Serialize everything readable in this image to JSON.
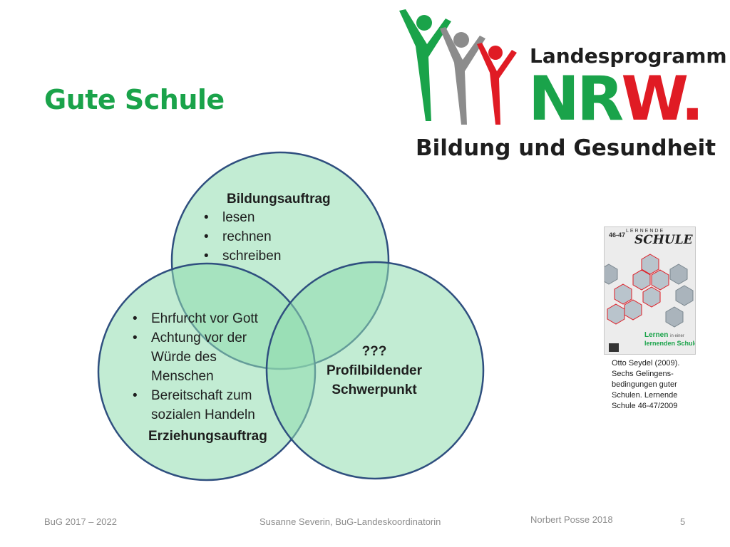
{
  "slide": {
    "title": "Gute Schule",
    "page_number": "5"
  },
  "logo": {
    "line1": "Landesprogramm",
    "line2_a": "NR",
    "line2_b": "W.",
    "line3": "Bildung und Gesundheit",
    "colors": {
      "green": "#1aa34a",
      "gray": "#8c8c8c",
      "red": "#e01b24"
    }
  },
  "venn": {
    "colors": {
      "fill": "#8fdcae",
      "stroke": "#2f4f7f"
    },
    "top": {
      "heading": "Bildungsauftrag",
      "items": [
        "lesen",
        "rechnen",
        "schreiben"
      ]
    },
    "left": {
      "items": [
        "Ehrfurcht vor Gott",
        "Achtung vor der Würde  des Menschen",
        "Bereitschaft zum sozialen Handeln"
      ],
      "footer": "Erziehungsauftrag"
    },
    "right": {
      "line1": "???",
      "line2": "Profilbildender",
      "line3": "Schwerpunkt"
    }
  },
  "book": {
    "issue": "46-47",
    "header": "LERNENDE",
    "masthead": "SCHULE",
    "cover_line1": "Lernen",
    "cover_line1_small": "in einer",
    "cover_line2": "lernenden Schule",
    "caption": "Otto Seydel (2009). Sechs Gelingens-bedingungen guter Schulen. Lernende Schule 46-47/2009"
  },
  "footer": {
    "left": "BuG 2017 – 2022",
    "center": "Susanne Severin, BuG-Landeskoordinatorin",
    "author": "Norbert Posse 2018"
  }
}
